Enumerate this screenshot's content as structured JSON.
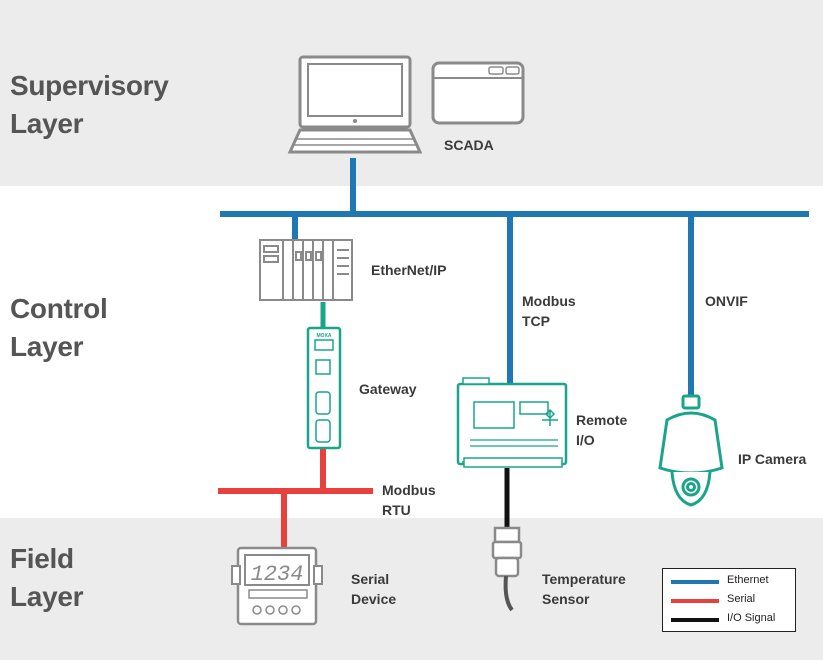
{
  "layers": {
    "supervisory": "Supervisory\nLayer",
    "control": "Control\nLayer",
    "field": "Field\nLayer"
  },
  "devices": {
    "scada": "SCADA",
    "plc": "EtherNet/IP",
    "gateway": "Gateway",
    "modbus_tcp": "Modbus\nTCP",
    "onvif": "ONVIF",
    "remote_io": "Remote\nI/O",
    "ip_camera": "IP Camera",
    "modbus_rtu": "Modbus\nRTU",
    "serial_device": "Serial\nDevice",
    "temperature_sensor": "Temperature\nSensor",
    "display_reading": "1234",
    "gateway_brand": "MOXA"
  },
  "legend": {
    "items": [
      {
        "label": "Ethernet",
        "color": "#1f77b4"
      },
      {
        "label": "Serial",
        "color": "#e8403c"
      },
      {
        "label": "I/O Signal",
        "color": "#111111"
      }
    ]
  },
  "colors": {
    "ethernet": "#1f77b4",
    "serial": "#e8403c",
    "io_signal": "#111111",
    "device_teal": "#1aa58a",
    "device_gray": "#8a8a8a"
  }
}
